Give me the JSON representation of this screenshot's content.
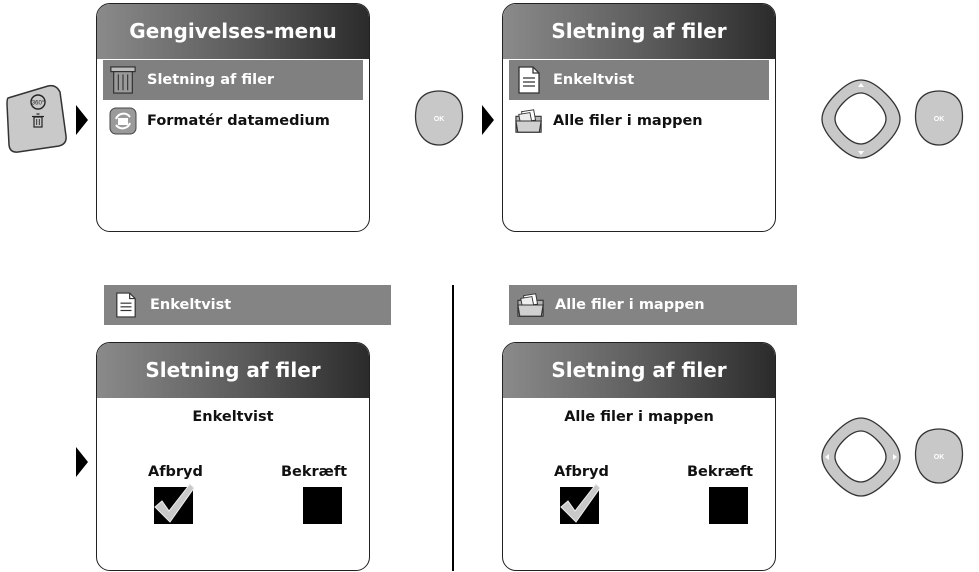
{
  "step1": {
    "title": "Gengivelses-menu",
    "items": [
      {
        "label": "Sletning af filer",
        "icon": "trash-icon",
        "selected": true
      },
      {
        "label": "Formatér datamedium",
        "icon": "format-icon",
        "selected": false
      }
    ]
  },
  "step2": {
    "title": "Sletning af filer",
    "items": [
      {
        "label": "Enkeltvist",
        "icon": "document-icon",
        "selected": true
      },
      {
        "label": "Alle filer i mappen",
        "icon": "folder-icon",
        "selected": false
      }
    ]
  },
  "step3a": {
    "bar_label": "Enkeltvist",
    "bar_icon": "document-icon",
    "title": "Sletning af filer",
    "message": "Enkeltvist",
    "cancel_label": "Afbryd",
    "confirm_label": "Bekræft"
  },
  "step3b": {
    "bar_label": "Alle filer i mappen",
    "bar_icon": "folder-icon",
    "title": "Sletning af filer",
    "message": "Alle filer i mappen",
    "cancel_label": "Afbryd",
    "confirm_label": "Bekræft"
  },
  "buttons": {
    "ok_label": "OK",
    "key_360_label": "360°"
  },
  "colors": {
    "selected_row": "#808080",
    "button_fill": "#c8c8c8",
    "header_dark": "#2b2b2b"
  }
}
